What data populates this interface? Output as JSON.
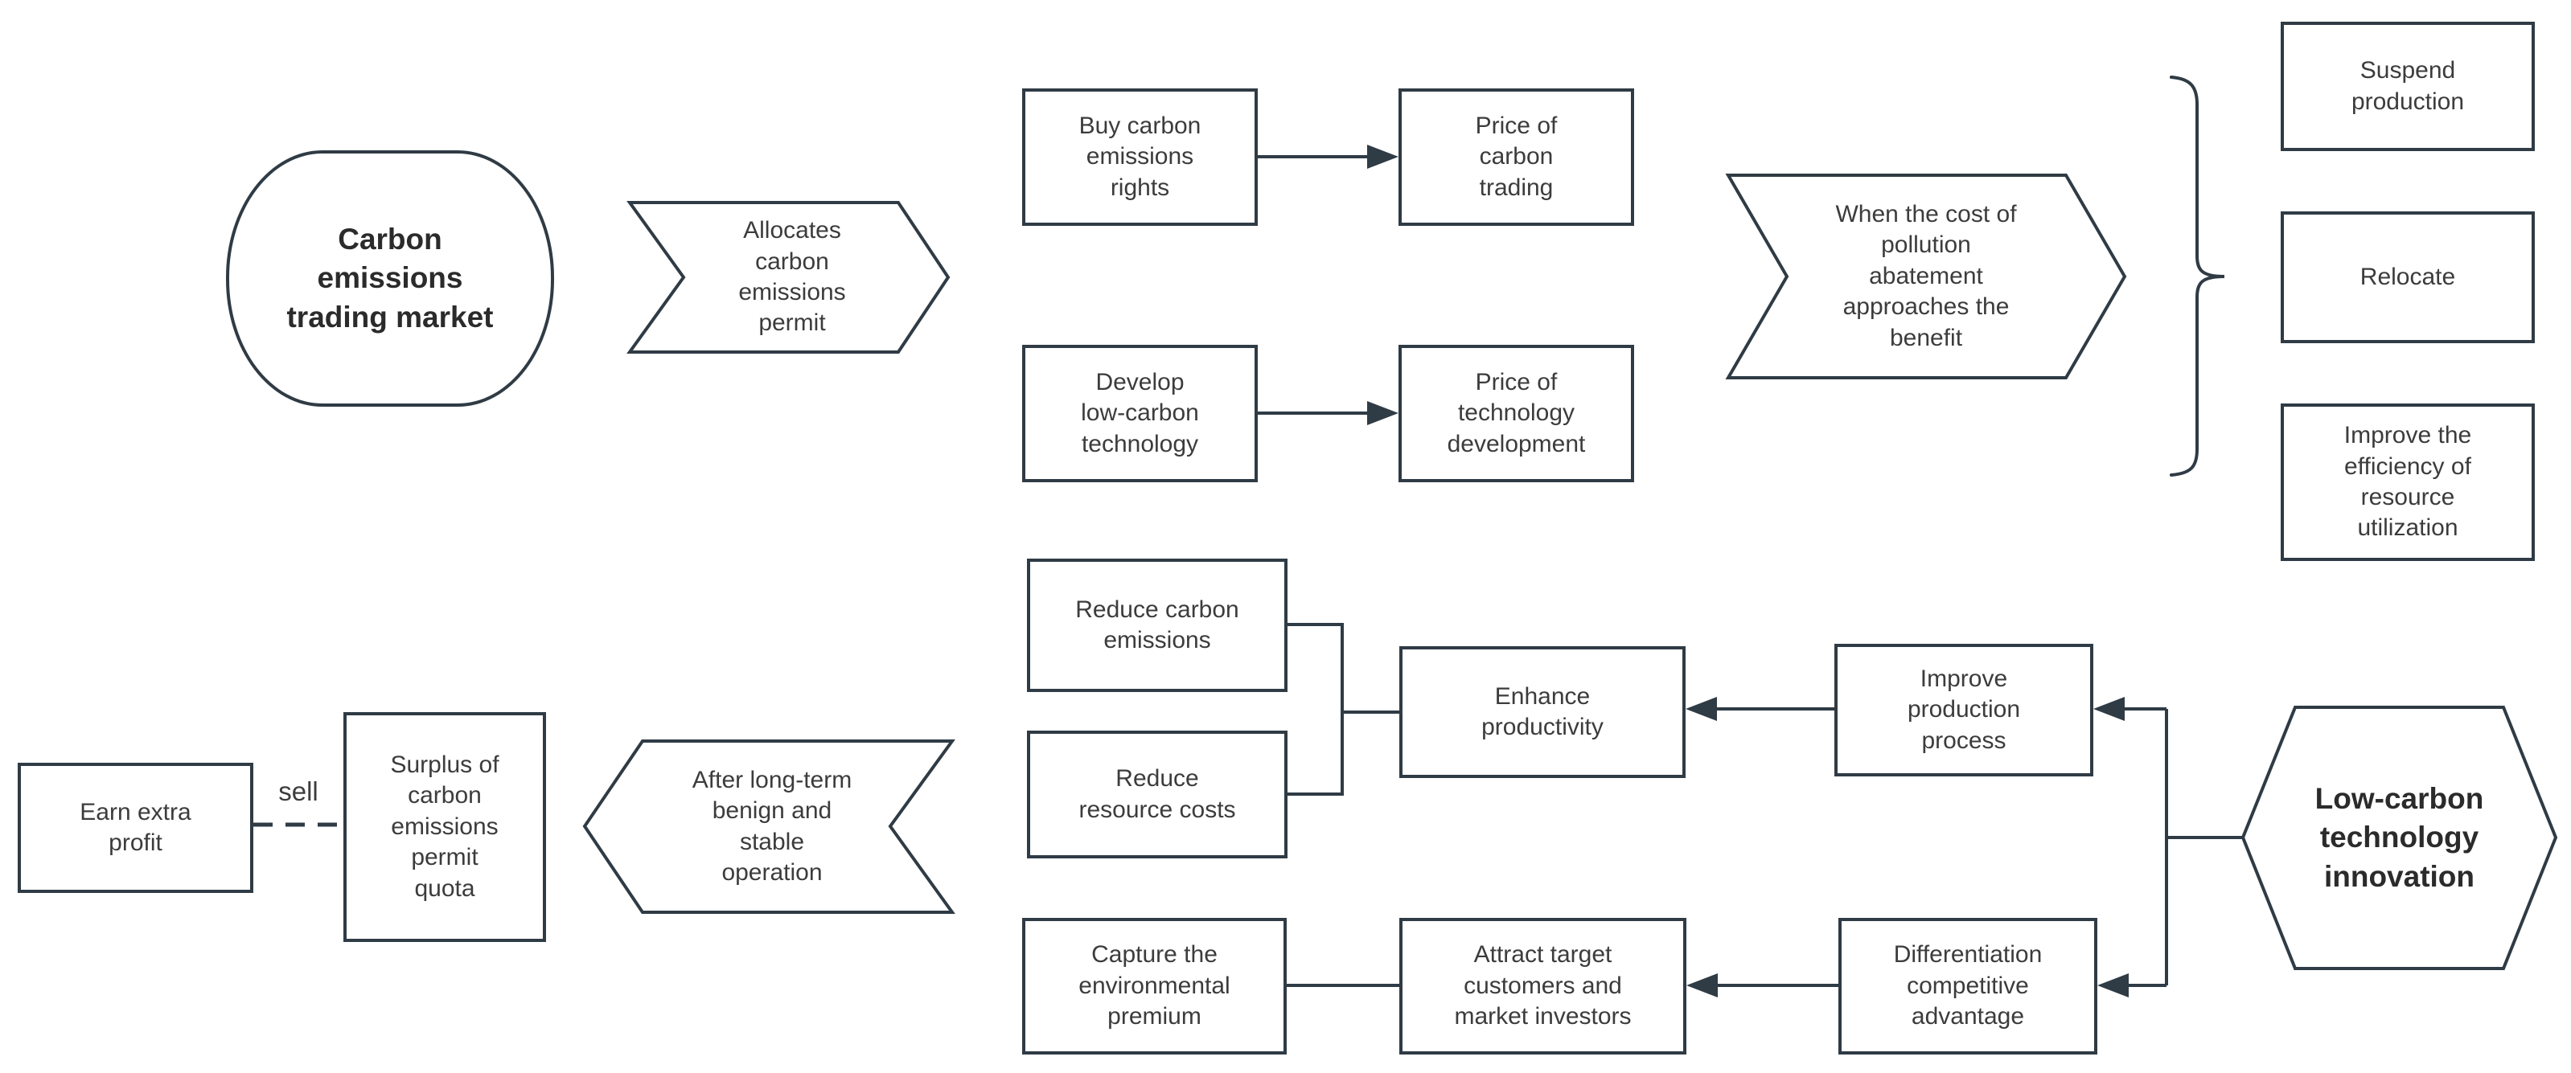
{
  "figure": {
    "type": "flowchart",
    "background": "#ffffff",
    "stroke_color": "#2f3b45",
    "text_color": "#3c3c3c"
  },
  "nodes": {
    "market": {
      "shape": "rounded-terminator",
      "label": "Carbon\nemissions\ntrading market",
      "bold": true
    },
    "allocates": {
      "shape": "chevron-right",
      "label": "Allocates\ncarbon\nemissions\npermit"
    },
    "buy": {
      "shape": "rectangle",
      "label": "Buy carbon\nemissions\nrights"
    },
    "price_carbon": {
      "shape": "rectangle",
      "label": "Price of\ncarbon\ntrading"
    },
    "develop": {
      "shape": "rectangle",
      "label": "Develop\nlow-carbon\ntechnology"
    },
    "price_tech": {
      "shape": "rectangle",
      "label": "Price of\ntechnology\ndevelopment"
    },
    "when": {
      "shape": "chevron-right",
      "label": "When the cost of\npollution\nabatement\napproaches the\nbenefit"
    },
    "suspend": {
      "shape": "rectangle",
      "label": "Suspend\nproduction"
    },
    "relocate": {
      "shape": "rectangle",
      "label": "Relocate"
    },
    "improve_efficiency": {
      "shape": "rectangle",
      "label": "Improve the\nefficiency of\nresource\nutilization"
    },
    "earn": {
      "shape": "rectangle",
      "label": "Earn extra\nprofit"
    },
    "surplus": {
      "shape": "rectangle",
      "label": "Surplus of\ncarbon\nemissions\npermit\nquota"
    },
    "after": {
      "shape": "chevron-left",
      "label": "After long-term\nbenign and\nstable\noperation"
    },
    "reduce_carbon": {
      "shape": "rectangle",
      "label": "Reduce carbon\nemissions"
    },
    "reduce_costs": {
      "shape": "rectangle",
      "label": "Reduce\nresource costs"
    },
    "enhance": {
      "shape": "rectangle",
      "label": "Enhance\nproductivity"
    },
    "improve_process": {
      "shape": "rectangle",
      "label": "Improve\nproduction\nprocess"
    },
    "differentiation": {
      "shape": "rectangle",
      "label": "Differentiation\ncompetitive\nadvantage"
    },
    "attract": {
      "shape": "rectangle",
      "label": "Attract target\ncustomers and\nmarket investors"
    },
    "capture": {
      "shape": "rectangle",
      "label": "Capture the\nenvironmental\npremium"
    },
    "innovation": {
      "shape": "hexagon",
      "label": "Low-carbon\ntechnology\ninnovation",
      "bold": true
    }
  },
  "edges": [
    {
      "from": "buy",
      "to": "price_carbon",
      "style": "arrow"
    },
    {
      "from": "develop",
      "to": "price_tech",
      "style": "arrow"
    },
    {
      "from": "reduce_carbon & reduce_costs",
      "to": "enhance",
      "style": "line"
    },
    {
      "from": "improve_process",
      "to": "enhance",
      "style": "arrow"
    },
    {
      "from": "innovation",
      "to": "improve_process",
      "style": "arrow"
    },
    {
      "from": "innovation",
      "to": "differentiation",
      "style": "arrow"
    },
    {
      "from": "differentiation",
      "to": "attract",
      "style": "arrow"
    },
    {
      "from": "attract",
      "to": "capture",
      "style": "line"
    },
    {
      "from": "surplus",
      "to": "earn",
      "style": "dashed",
      "label": "sell"
    },
    {
      "from": "when",
      "to": "suspend & relocate & improve_efficiency",
      "style": "brace"
    }
  ]
}
